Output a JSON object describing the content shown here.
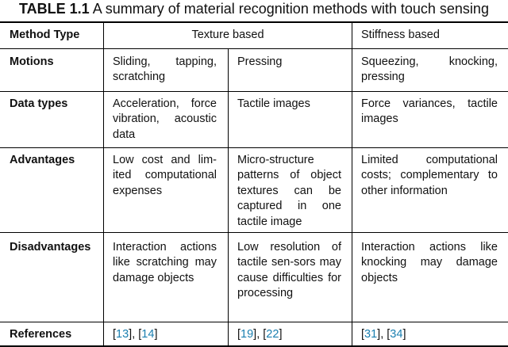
{
  "caption": {
    "label": "TABLE 1.1",
    "text": "A summary of material recognition methods with touch sensing"
  },
  "header": {
    "method_type": "Method Type",
    "texture_based": "Texture based",
    "stiffness_based": "Stiffness based"
  },
  "rows": [
    {
      "label": "Motions",
      "c1": "Sliding, tapping, scratching",
      "c2": "Pressing",
      "c3": "Squeezing, knocking, pressing"
    },
    {
      "label": "Data types",
      "c1": "Acceleration, force vibration, acoustic data",
      "c2": "Tactile images",
      "c3": "Force variances, tactile images"
    },
    {
      "label": "Advantages",
      "c1": "Low cost and lim-ited computational expenses",
      "c2": "Micro-structure patterns of object textures can be captured in one tactile image",
      "c3": "Limited computational costs; complementary to other information"
    },
    {
      "label": "Disadvantages",
      "c1": "Interaction actions like scratching may damage objects",
      "c2": "Low resolution of tactile sen-sors may cause difficulties for processing",
      "c3": "Interaction actions like knocking may damage objects"
    }
  ],
  "references": {
    "label": "References",
    "c1": {
      "open1": "[",
      "ref1": "13",
      "mid": "], [",
      "ref2": "14",
      "close": "]"
    },
    "c2": {
      "open1": "[",
      "ref1": "19",
      "mid": "], [",
      "ref2": "22",
      "close": "]"
    },
    "c3": {
      "open1": "[",
      "ref1": "31",
      "mid": "], [",
      "ref2": "34",
      "close": "]"
    }
  },
  "colors": {
    "citation": "#1a7fb0",
    "rule": "#000000",
    "text": "#111111"
  }
}
